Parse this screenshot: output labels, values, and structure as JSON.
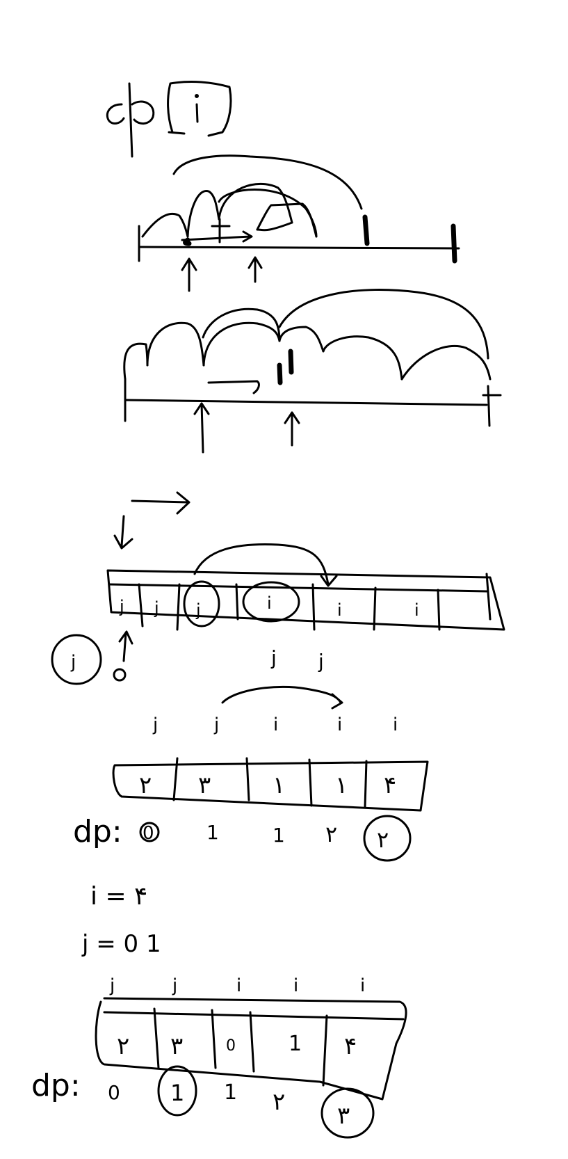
{
  "labels": {
    "top_title": "dp[i]",
    "section3_i_labels": [
      "i",
      "i",
      "i"
    ],
    "section3_j_labels": [
      "j",
      "j",
      "j",
      "j"
    ],
    "section3_zero": "0",
    "section4_ij_row": [
      "j",
      "j",
      "i",
      "i",
      "i"
    ],
    "section4_cells": [
      "٢",
      "٣",
      "١",
      "١",
      "۴"
    ],
    "section4_dp_label": "dp:",
    "section4_dp_values": [
      "0",
      "1",
      "1",
      "٢",
      "٢"
    ],
    "section5_i_eq": "i = ۴",
    "section5_j_eq": "j = 0 1",
    "section5_ij_row": [
      "j",
      "j",
      "i",
      "i",
      "i"
    ],
    "section5_cells": [
      "٢",
      "٣",
      "0",
      "1",
      "۴"
    ],
    "section5_dp_label": "dp:",
    "section5_dp_values": [
      "0",
      "1",
      "1",
      "٢",
      "٣"
    ]
  }
}
